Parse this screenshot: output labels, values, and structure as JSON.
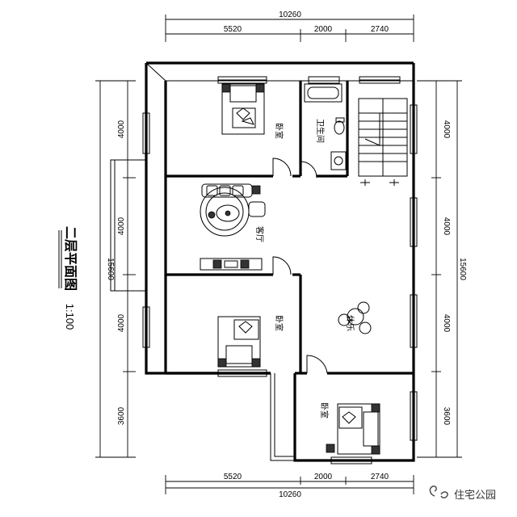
{
  "title": "二层平面图",
  "scale": "1:100",
  "dimensions": {
    "top_total": "10260",
    "top_segments": [
      "5520",
      "2000",
      "2740"
    ],
    "bottom_total": "10260",
    "bottom_segments": [
      "5520",
      "2000",
      "2740"
    ],
    "left_segments": [
      "4000",
      "4000",
      "4000",
      "3600"
    ],
    "left_total": "15600",
    "right_segments": [
      "4000",
      "4000",
      "4000",
      "3600"
    ],
    "right_total": "15600"
  },
  "rooms": {
    "bedroom_top": "卧室",
    "bathroom": "卫生间",
    "living": "客厅",
    "bedroom_middle": "卧室",
    "leisure": "休乐",
    "bedroom_bottom": "卧室"
  },
  "watermark": "住宅公园"
}
